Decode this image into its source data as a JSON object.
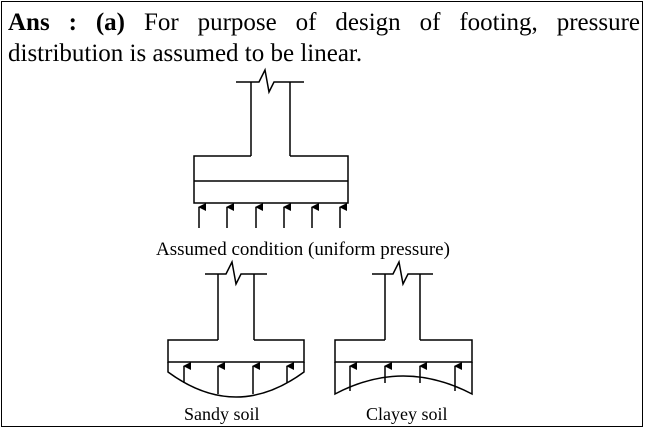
{
  "answer": {
    "label": "Ans :",
    "option": "(a)",
    "text": "For purpose of design of footing, pressure distribution is assumed to be linear."
  },
  "figure": {
    "assumed_caption": "Assumed condition (uniform pressure)",
    "sandy_caption": "Sandy soil",
    "clayey_caption": "Clayey soil",
    "stroke_color": "#000000"
  }
}
